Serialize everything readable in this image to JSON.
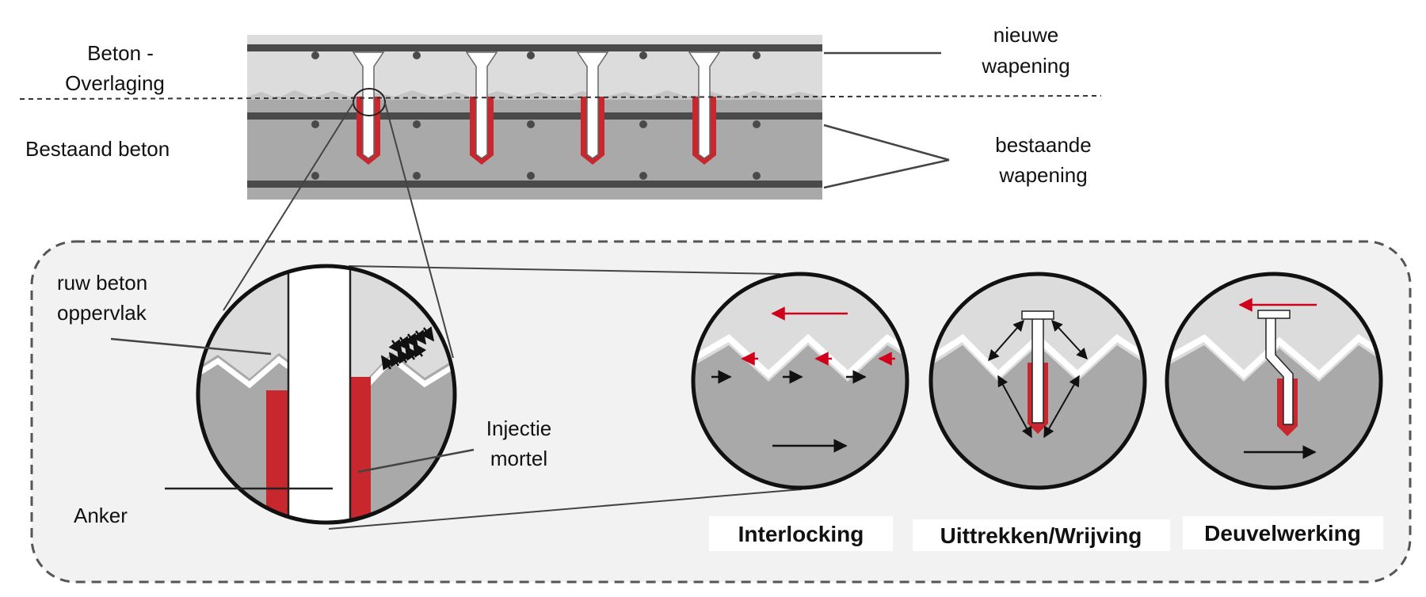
{
  "labels": {
    "overlay_line1": "Beton -",
    "overlay_line2": "Overlaging",
    "existing_concrete": "Bestaand beton",
    "new_rebar_line1": "nieuwe",
    "new_rebar_line2": "wapening",
    "existing_rebar_line1": "bestaande",
    "existing_rebar_line2": "wapening",
    "rough_surface_line1": "ruw beton",
    "rough_surface_line2": "oppervlak",
    "injection_line1": "Injectie",
    "injection_line2": "mortel",
    "anchor": "Anker"
  },
  "mechanisms": [
    {
      "caption": "Interlocking"
    },
    {
      "caption": "Uittrekken/Wrijving"
    },
    {
      "caption": "Deuvelwerking"
    }
  ],
  "colors": {
    "overlay_concrete": "#dcdcdc",
    "existing_concrete": "#a9a9a9",
    "rebar": "#4a4a4a",
    "mortar": "#c8282d",
    "anchor": "#ffffff",
    "panel": "#f2f2f2",
    "arrow_red": "#d0021b",
    "arrow_black": "#111111"
  }
}
